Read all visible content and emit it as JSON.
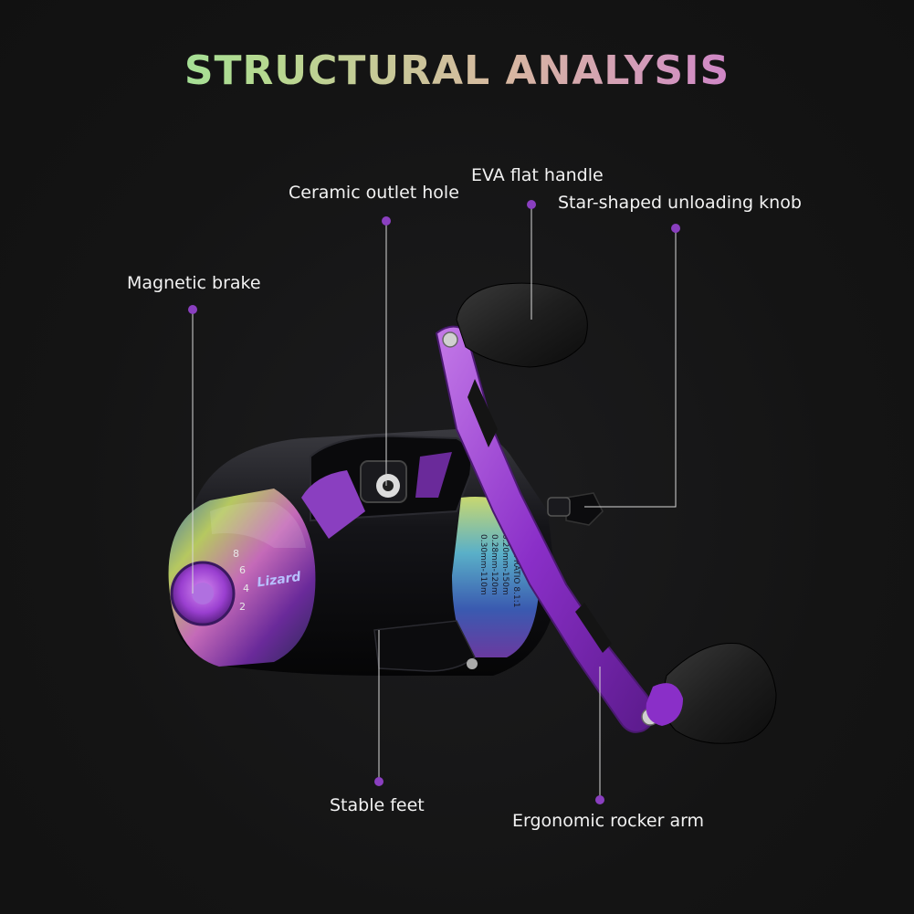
{
  "title": "STRUCTURAL ANALYSIS",
  "labels": {
    "eva_handle": "EVA flat handle",
    "ceramic_hole": "Ceramic outlet hole",
    "star_knob": "Star-shaped unloading knob",
    "magnetic_brake": "Magnetic brake",
    "stable_feet": "Stable feet",
    "rocker_arm": "Ergonomic rocker arm"
  },
  "reel_print": {
    "brand": "Lizard",
    "gear_ratio": "GEAR RATIO 8.1:1",
    "line_1": "0.20mm-150m",
    "line_2": "0.28mm-120m",
    "line_3": "0.30mm-110m"
  },
  "colors": {
    "accent_purple": "#9a3fd0",
    "dot": "#8a3fc0",
    "leader_line": "#d8d8d8"
  },
  "icons": {
    "callout_marker": "dot-icon"
  }
}
